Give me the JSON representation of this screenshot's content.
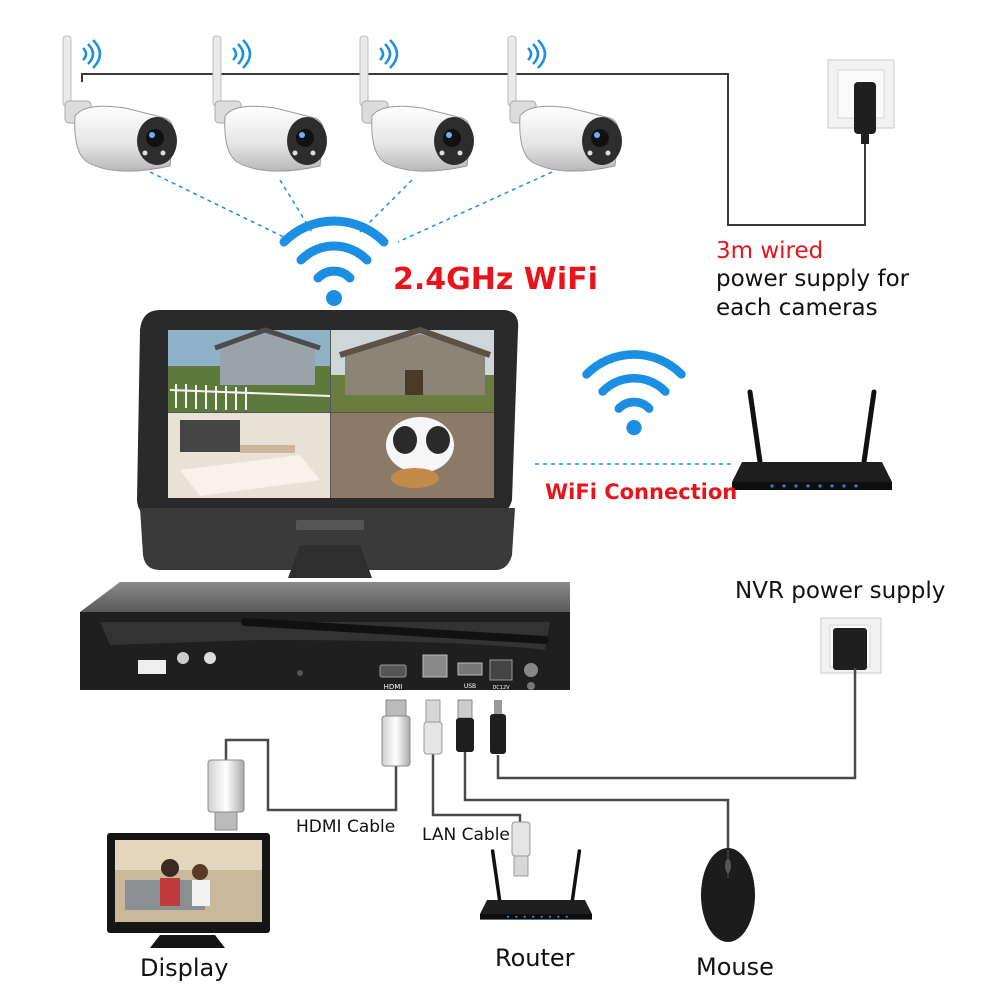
{
  "labels": {
    "wifi_band": "2.4GHz WiFi",
    "wired_title": "3m wired",
    "wired_line2": "power supply for",
    "wired_line3": "each cameras",
    "wifi_connection": "WiFi Connection",
    "nvr_power": "NVR power supply",
    "hdmi_cable": "HDMI Cable",
    "lan_cable": "LAN Cable",
    "display": "Display",
    "router": "Router",
    "mouse": "Mouse"
  },
  "port_labels": {
    "hdmi": "HDMI",
    "usb": "USB",
    "dc": "DC12V"
  },
  "colors": {
    "accent_red": "#e8141b",
    "wifi_blue": "#1a8fe3",
    "device_black": "#1b1b1b",
    "cable_gray": "#555555"
  }
}
